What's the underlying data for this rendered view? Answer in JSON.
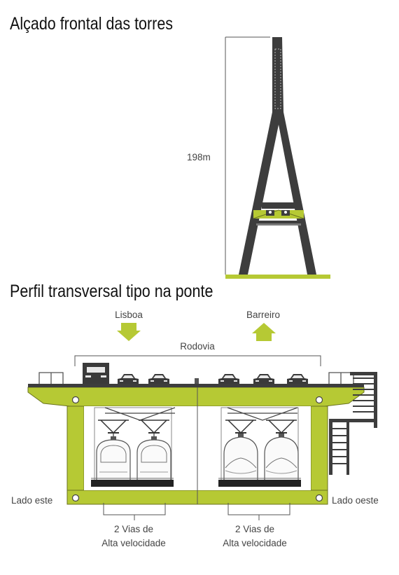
{
  "sections": {
    "front_title": "Alçado frontal das torres",
    "profile_title": "Perfil transversal tipo na ponte"
  },
  "tower": {
    "height_label": "198m"
  },
  "profile": {
    "direction_left": "Lisboa",
    "direction_right": "Barreiro",
    "road_label": "Rodovia",
    "side_left": "Lado este",
    "side_right": "Lado oeste",
    "tracks_left_line1": "2 Vias de",
    "tracks_left_line2": "Alta velocidade",
    "tracks_right_line1": "2 Vias de",
    "tracks_right_line2": "Alta velocidade"
  },
  "colors": {
    "accent": "#b6c934",
    "structure": "#3d3d3d"
  }
}
